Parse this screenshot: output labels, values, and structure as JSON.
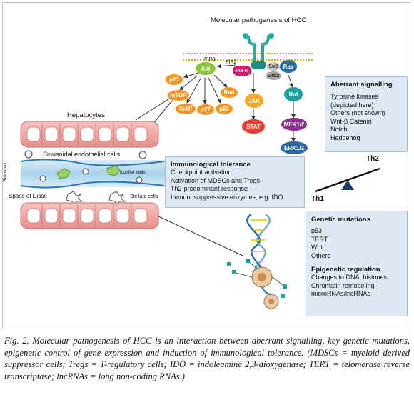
{
  "title": "Molecular pathogenesis of HCC",
  "membrane": {
    "pip3": "PIP3",
    "pip2": "PIP2",
    "pi3k": "PI3-K",
    "sos": "SoS",
    "grb2": "Grb2",
    "ras": "Ras"
  },
  "akt_pathway": {
    "akt": "Akt",
    "targets": [
      "p21",
      "mTOR",
      "XIAP",
      "p27",
      "p53",
      "Bad"
    ]
  },
  "jak_pathway": {
    "jak": "JAK",
    "stat": "STAT"
  },
  "raf_pathway": {
    "raf": "Raf",
    "mek": "MEK1/2",
    "erk": "ERK1/2"
  },
  "liver": {
    "hepatocytes": "Hepatocytes",
    "sinusoidal": "Sinusoidal endothelial cells",
    "sinusoid": "Sinusoid",
    "kupffer": "Kupffer cells",
    "disse": "Space of Disse",
    "stellate": "Stellate cells"
  },
  "aberrant_signalling": {
    "heading": "Aberrant signalling",
    "items": [
      "Tyrosine kinases",
      "(depicted here)",
      "Others (not shown)",
      "Wnt-β Catenin",
      "Notch",
      "Hedgehog"
    ]
  },
  "immunological_tolerance": {
    "heading": "Immunological tolerance",
    "items": [
      "Checkpoint activation",
      "Activation of MDSCs and Tregs",
      "Th2-predominant response",
      "Immunosuppressive enzymes, e.g. IDO"
    ]
  },
  "balance": {
    "th1": "Th1",
    "th2": "Th2"
  },
  "genetic": {
    "heading": "Genetic mutations",
    "items": [
      "p53",
      "TERT",
      "Wnt",
      "Others"
    ],
    "epi_heading": "Epigenetic regulation",
    "epi_items": [
      "Changes to DNA, histones",
      "Chromatin remodeling",
      "microRNAs/lncRNAs"
    ]
  },
  "caption": "Fig. 2. Molecular pathogenesis of HCC is an interaction between aberrant signalling, key genetic mutations, epigenetic control of gene expression and induction of immunological tolerance. (MDSCs = myeloid derived suppressor cells; Tregs = T-regulatory cells; IDO = indoleamine 2,3-dioxygenase; TERT = telomerase reverse transcriptase; lncRNAs = long non-coding RNAs.)",
  "colors": {
    "akt_green": "#8cc63f",
    "akt_target_orange": "#f7941d",
    "jak_orange": "#f7a823",
    "stat_red": "#e63c2f",
    "raf_teal": "#1aa29a",
    "mek_purple": "#8e2e8a",
    "erk_blue": "#2b6aa8",
    "receptor_teal": "#2aa8a0",
    "pi3k_pink": "#d81b70",
    "hepatocyte_pink": "#f2a7a5",
    "box_blue": "#dfe9f4"
  }
}
